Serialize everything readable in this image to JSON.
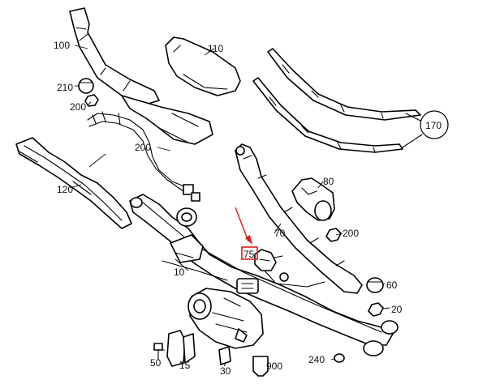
{
  "labels": {
    "p100": "100",
    "p110": "110",
    "p210": "210",
    "p200a": "200",
    "p200b": "200",
    "p200c": "200",
    "p120": "120",
    "p170": "170",
    "p80": "80",
    "p70": "70",
    "p75": "75",
    "p10": "10",
    "p60": "60",
    "p20": "20",
    "p50": "50",
    "p15": "15",
    "p30": "30",
    "p900": "900",
    "p240": "240"
  },
  "colors": {
    "line": "#000000",
    "highlight": "#e11a1a",
    "background": "#ffffff"
  },
  "highlighted_part": "75"
}
